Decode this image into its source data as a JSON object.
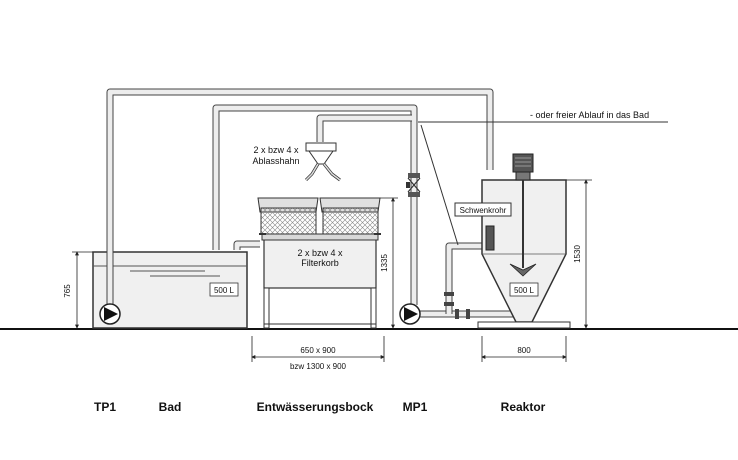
{
  "note_overflow": "- oder freier Ablauf in das Bad",
  "valves_label_line1": "2 x bzw 4 x",
  "valves_label_line2": "Ablasshahn",
  "basket_label_line1": "2 x bzw 4 x",
  "basket_label_line2": "Filterkorb",
  "swivel_pipe_label": "Schwenkrohr",
  "bath_volume": "500 L",
  "reactor_volume": "500 L",
  "dim_bath_height": "765",
  "dim_stand_height": "1335",
  "dim_reactor_height": "1530",
  "dim_stand_width_1": "650 x 900",
  "dim_stand_width_2": "bzw 1300 x 900",
  "dim_reactor_width": "800",
  "bottom_labels": {
    "tp1": "TP1",
    "bad": "Bad",
    "bock": "Entwässerungsbock",
    "mp1": "MP1",
    "reaktor": "Reaktor"
  },
  "colors": {
    "pipe_outline": "#444444",
    "pipe_fill": "#ededed",
    "tank_fill": "#f0f0f0",
    "basket_fill": "#e6e6e6"
  }
}
